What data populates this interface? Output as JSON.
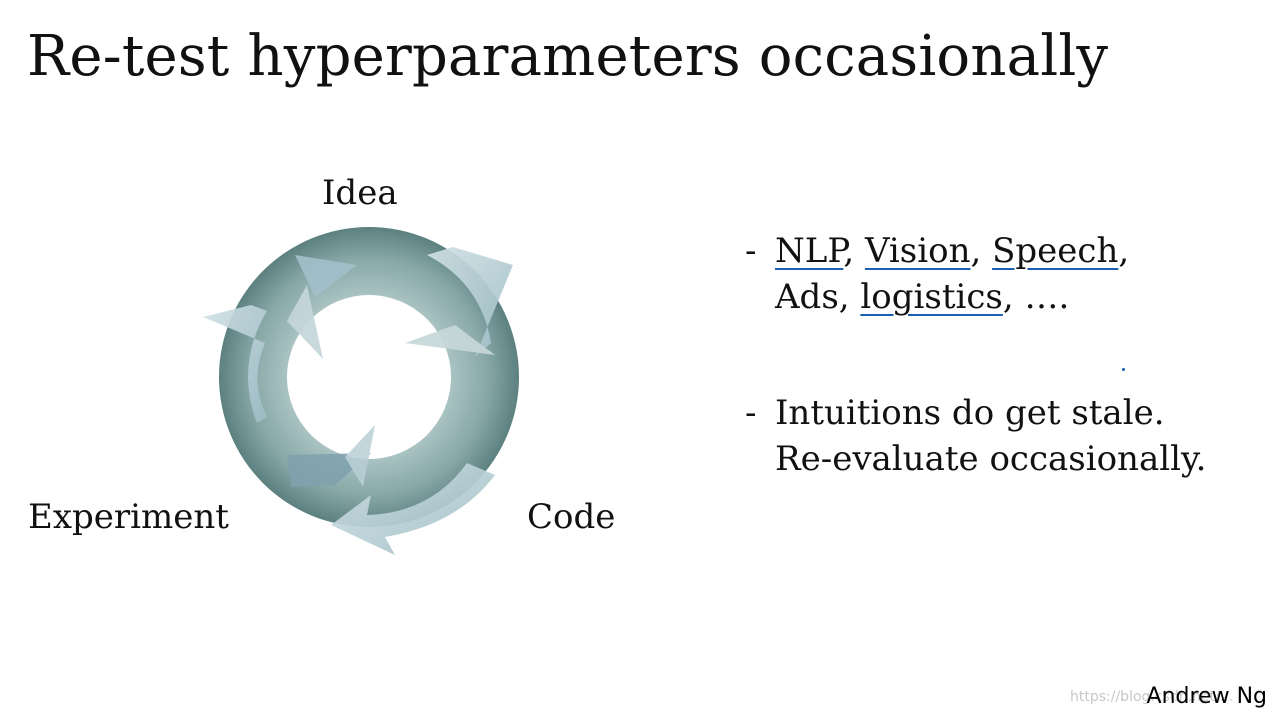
{
  "slide": {
    "title": "Re-test hyperparameters occasionally",
    "author": "Andrew Ng",
    "watermark": "https://blog.csdn.net/..."
  },
  "cycle": {
    "labels": {
      "top": "Idea",
      "left": "Experiment",
      "right": "Code"
    },
    "ring_colors": {
      "outer": "#5f8383",
      "inner": "#9fbcbc",
      "arrow": "#b8d0d6"
    }
  },
  "bullets": [
    {
      "dash": "-",
      "line1": [
        {
          "text": "NLP",
          "underline": true
        },
        {
          "text": ", ",
          "underline": false
        },
        {
          "text": "Vision",
          "underline": true
        },
        {
          "text": ", ",
          "underline": false
        },
        {
          "text": "Speech",
          "underline": true
        },
        {
          "text": ",",
          "underline": false
        }
      ],
      "line2": [
        {
          "text": "Ads, ",
          "underline": false
        },
        {
          "text": "logistics",
          "underline": true
        },
        {
          "text": ", ….",
          "underline": false
        }
      ]
    },
    {
      "dash": "-",
      "line1_text": "Intuitions do get stale.",
      "line2_text": "Re-evaluate occasionally."
    }
  ],
  "annotation_color": "#1a5fb4"
}
